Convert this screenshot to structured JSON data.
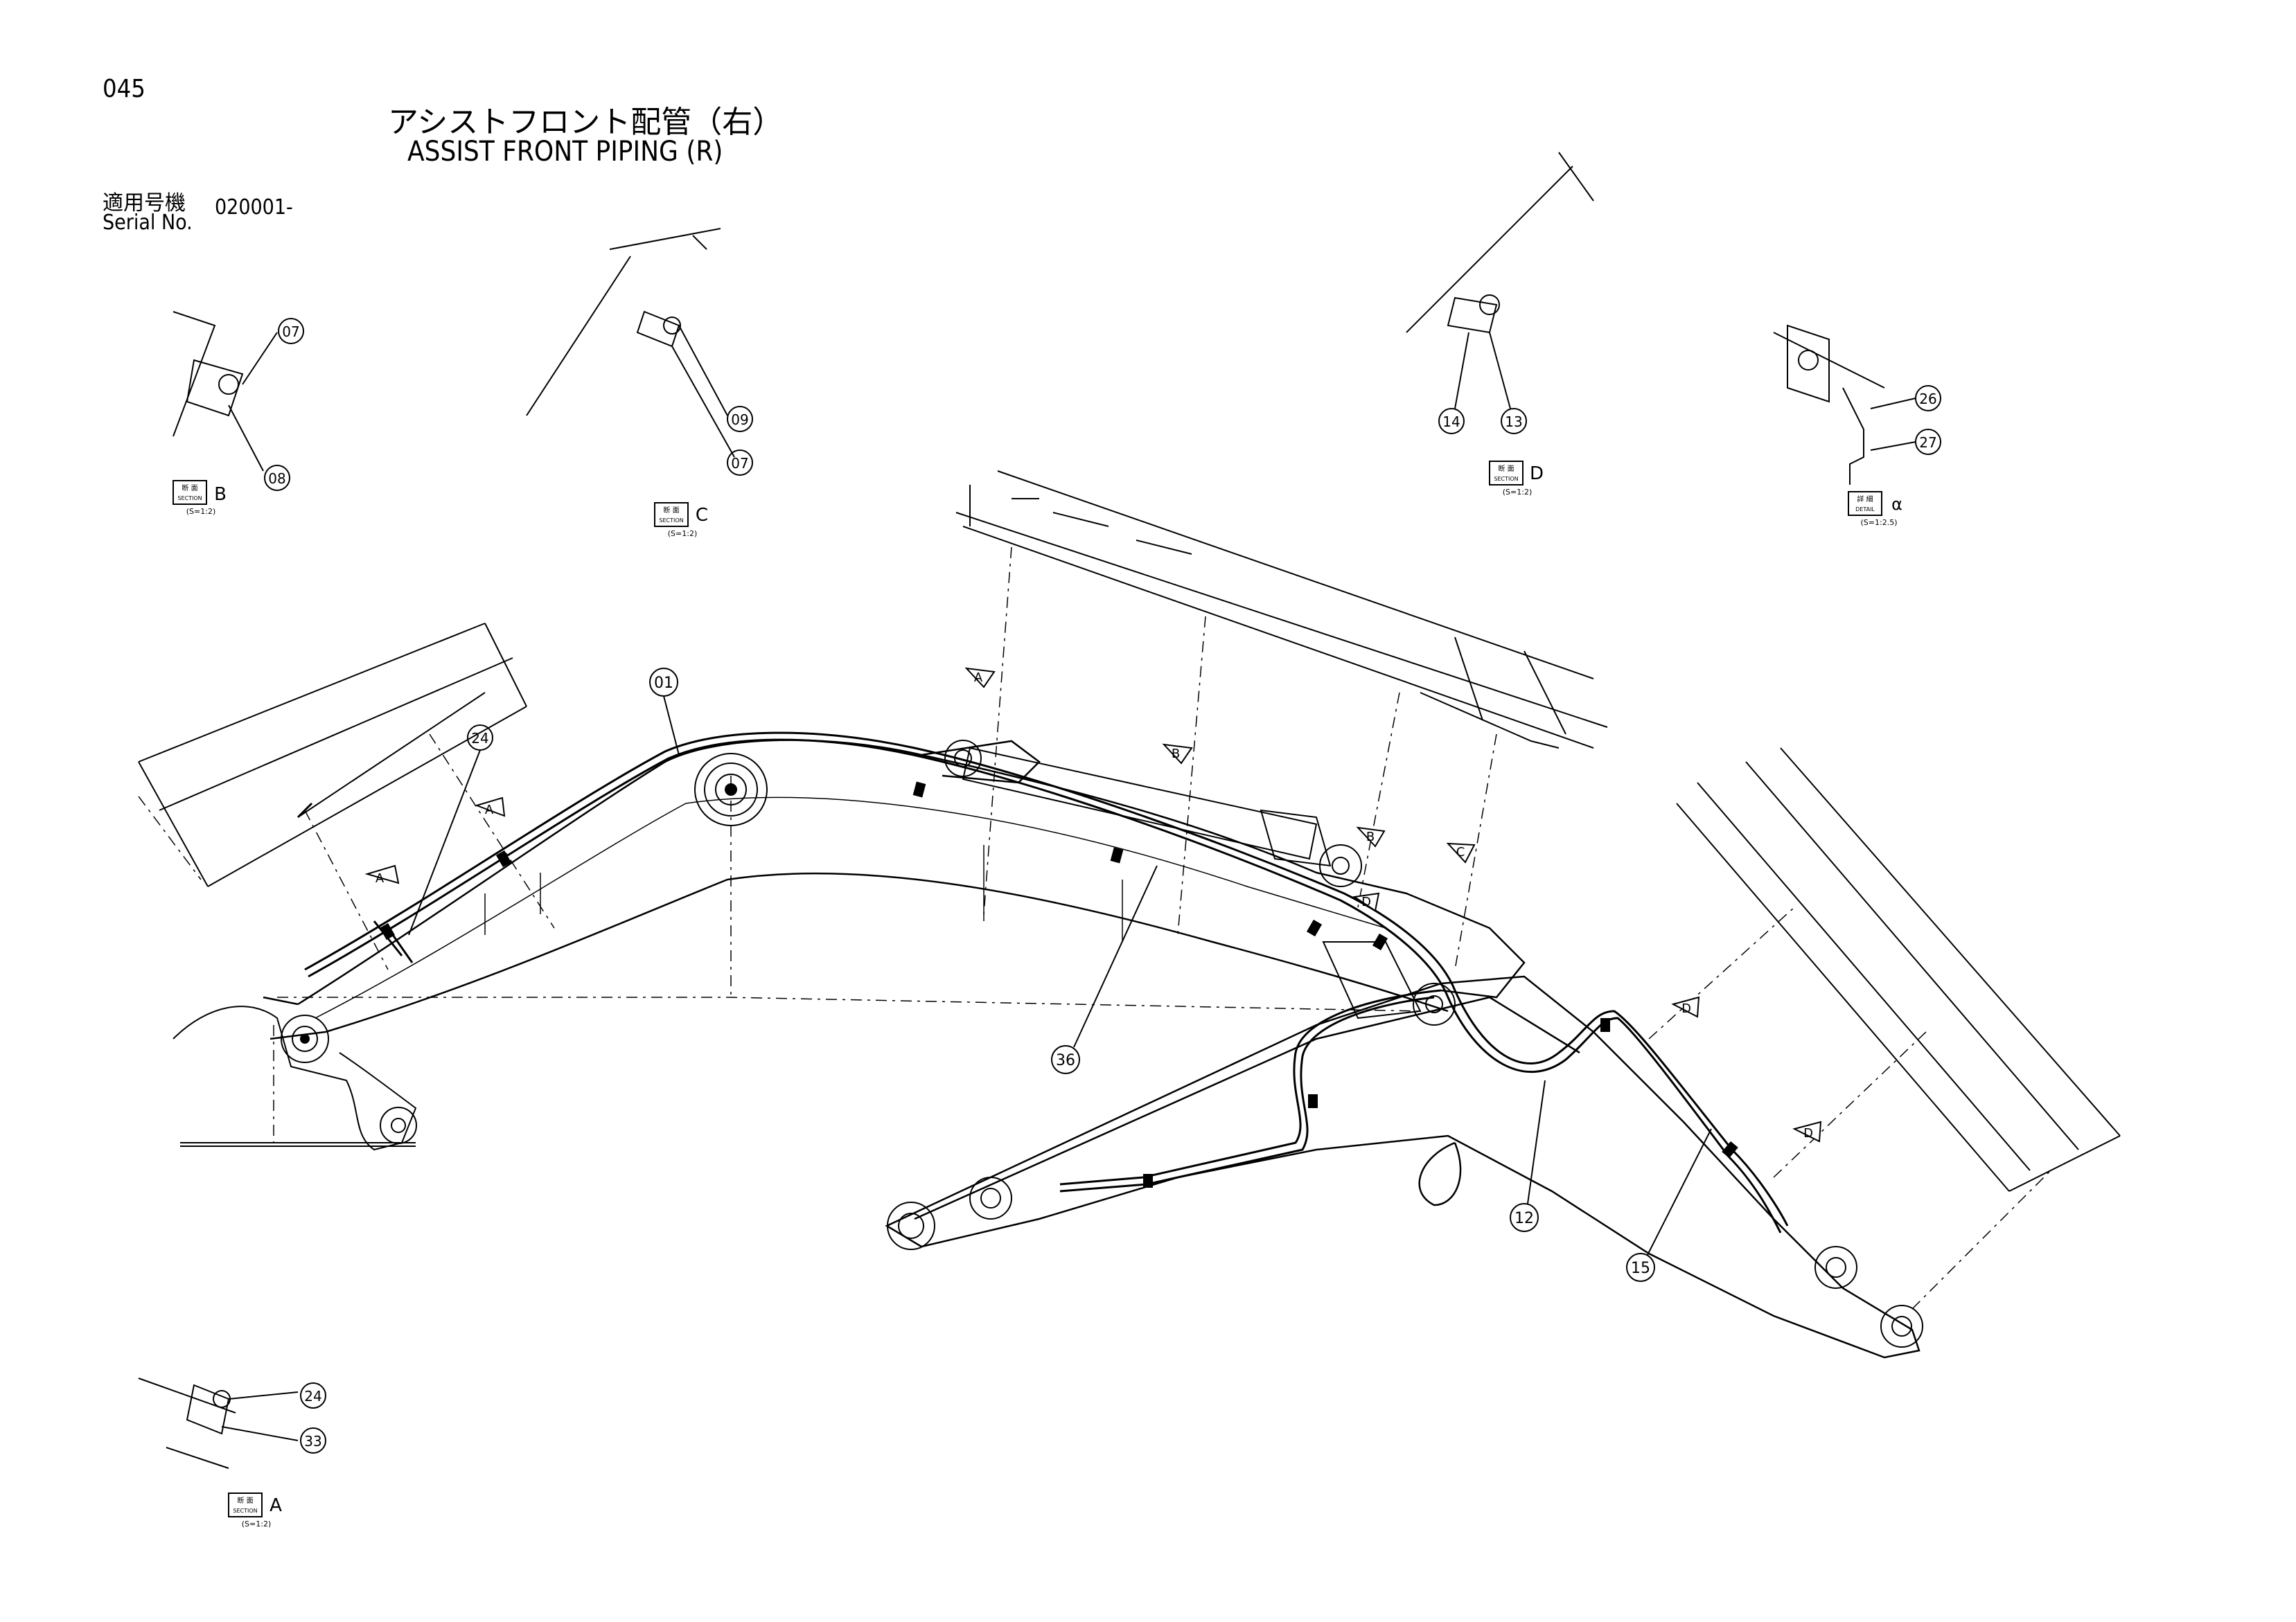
{
  "page_number": "045",
  "title_jp": "アシストフロント配管（右）",
  "title_en": "ASSIST FRONT PIPING (R)",
  "serial": {
    "label_jp": "適用号機",
    "label_en": "Serial No.",
    "value": "020001-"
  },
  "callouts": {
    "c01": "01",
    "c07a": "07",
    "c07b": "07",
    "c08": "08",
    "c09": "09",
    "c12": "12",
    "c13": "13",
    "c14": "14",
    "c15": "15",
    "c24a": "24",
    "c24b": "24",
    "c26": "26",
    "c27": "27",
    "c33": "33",
    "c36": "36"
  },
  "views": {
    "section_a": {
      "kanji": "断 面",
      "word": "SECTION",
      "letter": "A",
      "scale": "(S=1:2)"
    },
    "section_b": {
      "kanji": "断 面",
      "word": "SECTION",
      "letter": "B",
      "scale": "(S=1:2)"
    },
    "section_c": {
      "kanji": "断 面",
      "word": "SECTION",
      "letter": "C",
      "scale": "(S=1:2)"
    },
    "section_d": {
      "kanji": "断 面",
      "word": "SECTION",
      "letter": "D",
      "scale": "(S=1:2)"
    },
    "detail_a": {
      "kanji": "詳 細",
      "word": "DETAIL",
      "letter": "α",
      "scale": "(S=1:2.5)"
    }
  },
  "arrow_tags": {
    "a1": "A",
    "a2": "A",
    "a3": "A",
    "b1": "B",
    "b2": "B",
    "c1": "C",
    "d1": "D",
    "d2": "D",
    "d3": "D"
  }
}
